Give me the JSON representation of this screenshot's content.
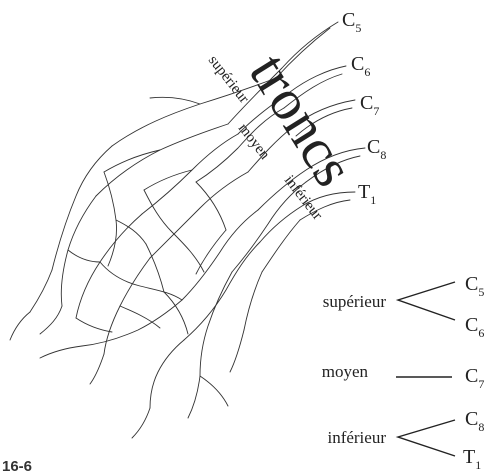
{
  "figure_label": "16-6",
  "title": "troncs",
  "trunk_labels": {
    "superior": "supérieur",
    "middle": "moyen",
    "inferior": "inférieur"
  },
  "roots": [
    {
      "letter": "C",
      "sub": "5"
    },
    {
      "letter": "C",
      "sub": "6"
    },
    {
      "letter": "C",
      "sub": "7"
    },
    {
      "letter": "C",
      "sub": "8"
    },
    {
      "letter": "T",
      "sub": "1"
    }
  ],
  "legend": [
    {
      "trunk": "supérieur",
      "roots": [
        {
          "letter": "C",
          "sub": "5"
        },
        {
          "letter": "C",
          "sub": "6"
        }
      ]
    },
    {
      "trunk": "moyen",
      "roots": [
        {
          "letter": "C",
          "sub": "7"
        }
      ]
    },
    {
      "trunk": "inférieur",
      "roots": [
        {
          "letter": "C",
          "sub": "8"
        },
        {
          "letter": "T",
          "sub": "1"
        }
      ]
    }
  ],
  "colors": {
    "ink": "#222222",
    "line": "#333333",
    "background": "#ffffff"
  }
}
